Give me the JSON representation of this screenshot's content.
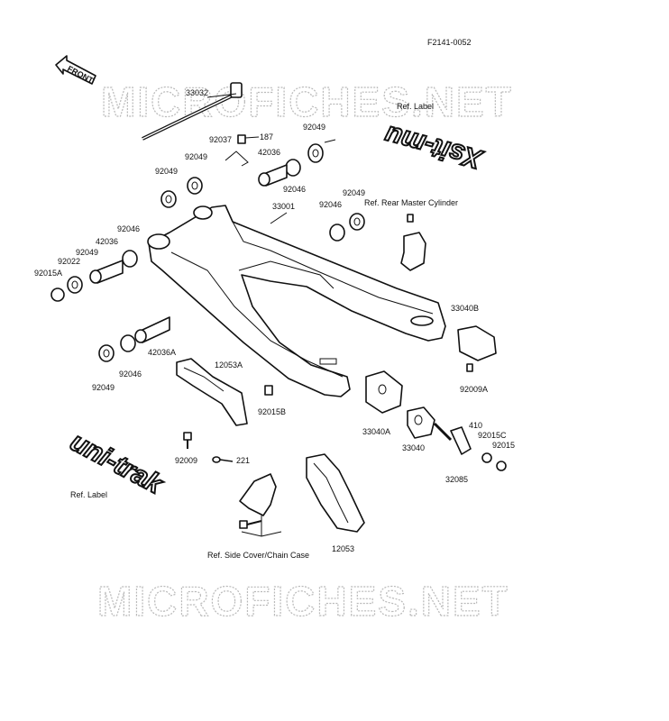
{
  "diagram": {
    "figure_code": "F2141-0052",
    "front_label": "FRONT",
    "watermark": "MICROFICHES.NET",
    "logos": {
      "xsit_mode": "Xsit-mu",
      "uni_trak": "uni-trak"
    },
    "references": {
      "label_top": "Ref. Label",
      "label_bottom": "Ref. Label",
      "rear_master_cylinder": "Ref. Rear Master Cylinder",
      "side_cover": "Ref. Side Cover/Chain Case"
    },
    "parts": {
      "p33032": "33032",
      "p92049_a": "92049",
      "p92037": "92037",
      "p187": "187",
      "p42036_a": "42036",
      "p92046_a": "92046",
      "p92049_b": "92049",
      "p92049_c": "92049",
      "p33001": "33001",
      "p92046_b": "92046",
      "p92049_d": "92049",
      "p92046_c": "92046",
      "p42036_b": "42036",
      "p92049_e": "92049",
      "p92022": "92022",
      "p92015a": "92015A",
      "p33040b": "33040B",
      "p42036a": "42036A",
      "p12053a": "12053A",
      "p92049_f": "92049",
      "p92046_d": "92046",
      "p92009a": "92009A",
      "p92015b": "92015B",
      "p33040a": "33040A",
      "p33040": "33040",
      "p410": "410",
      "p92015c": "92015C",
      "p92015": "92015",
      "p32085": "32085",
      "p92009": "92009",
      "p221": "221",
      "p12053": "12053"
    }
  }
}
